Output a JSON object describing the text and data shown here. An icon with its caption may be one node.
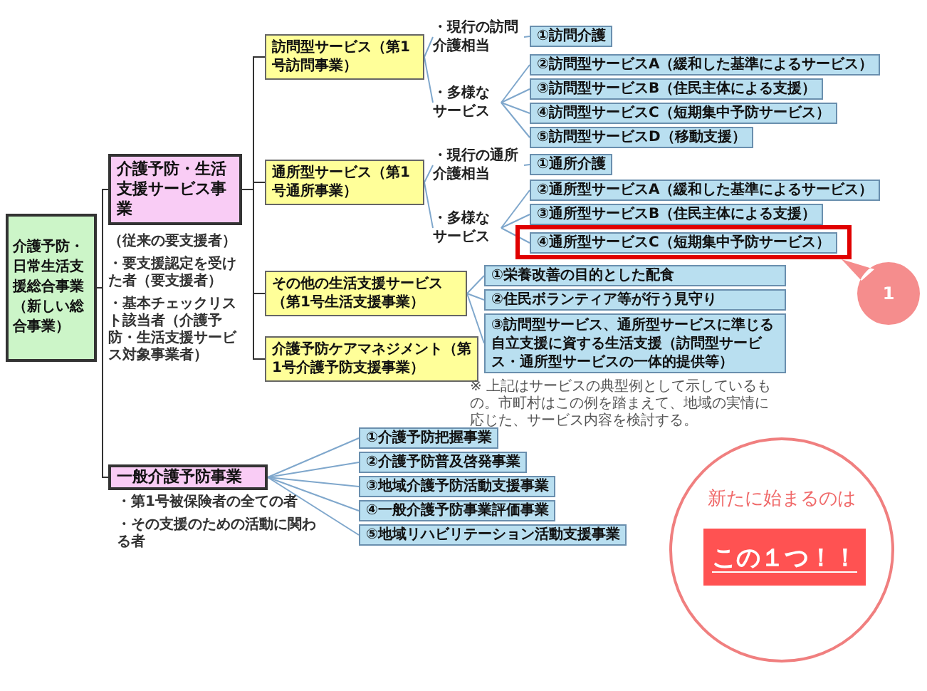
{
  "diagram": {
    "nodes": [
      {
        "text": [
          "介護予防・日常生活支援総合事業（新しい総合事業）"
        ]
      },
      {
        "text": [
          "介護予防・生活支援サービス事業"
        ],
        "beside": [
          "（従来の要支援者）",
          "・要支援認定を受けた者（要支援者）",
          "・基本チェックリスト該当者（介護予防・生活支援サービス対象事業者）"
        ]
      },
      {
        "text": [
          "訪問型サービス（第1号訪問事業）"
        ]
      },
      {
        "text": [
          "・現行の訪問介護相当"
        ]
      },
      {
        "text": [
          "①訪問介護"
        ]
      },
      {
        "text": [
          "・多様なサービス"
        ]
      },
      {
        "text": [
          "②訪問型サービスA（緩和した基準によるサービス）"
        ]
      },
      {
        "text": [
          "③訪問型サービスB（住民主体による支援）"
        ]
      },
      {
        "text": [
          "④訪問型サービスC（短期集中予防サービス）"
        ]
      },
      {
        "text": [
          "⑤訪問型サービスD（移動支援）"
        ]
      },
      {
        "text": [
          "通所型サービス（第1号通所事業）"
        ]
      },
      {
        "text": [
          "・現行の通所介護相当"
        ]
      },
      {
        "text": [
          "①通所介護"
        ]
      },
      {
        "text": [
          "・多様なサービス"
        ]
      },
      {
        "text": [
          "②通所型サービスA（緩和した基準によるサービス）"
        ]
      },
      {
        "text": [
          "③通所型サービスB（住民主体による支援）"
        ]
      },
      {
        "text": [
          "④通所型サービスC（短期集中予防サービス）"
        ]
      },
      {
        "text": [
          "その他の生活支援サービス（第1号生活支援事業）"
        ]
      },
      {
        "text": [
          "①栄養改善の目的とした配食"
        ]
      },
      {
        "text": [
          "②住民ボランティア等が行う見守り"
        ]
      },
      {
        "text": [
          "③訪問型サービス、通所型サービスに準じる自立支援に資する生活支援（訪問型サービス・通所型サービスの一体的提供等）"
        ]
      },
      {
        "text": [
          "介護予防ケアマネジメント（第1号介護予防支援事業）"
        ]
      },
      {
        "text": [
          "一般介護予防事業"
        ],
        "beside": [
          "・第1号被保険者の全ての者",
          "・その支援のための活動に関わる者"
        ]
      },
      {
        "text": [
          "①介護予防把握事業"
        ]
      },
      {
        "text": [
          "②介護予防普及啓発事業"
        ]
      },
      {
        "text": [
          "③地域介護予防活動支援事業"
        ]
      },
      {
        "text": [
          "④一般介護予防事業評価事業"
        ]
      },
      {
        "text": [
          "⑤地域リハビリテーション活動支援事業"
        ]
      },
      {
        "text": [
          "1"
        ]
      },
      {
        "text": [
          "新たに始まるのは"
        ]
      },
      {
        "text": [
          "この１つ！！"
        ],
        "in": 29
      }
    ],
    "edges": [
      {
        "from": 0,
        "to": 1,
        "arrow": "none",
        "color": "#333333"
      },
      {
        "from": 0,
        "to": 22,
        "arrow": "none",
        "color": "#333333"
      },
      {
        "from": 1,
        "to": 2,
        "arrow": "none",
        "color": "#333333"
      },
      {
        "from": 1,
        "to": 10,
        "arrow": "none",
        "color": "#333333"
      },
      {
        "from": 1,
        "to": 17,
        "arrow": "none",
        "color": "#333333"
      },
      {
        "from": 1,
        "to": 21,
        "arrow": "none",
        "color": "#333333"
      },
      {
        "from": 2,
        "to": 3,
        "arrow": "none"
      },
      {
        "from": 2,
        "to": 5,
        "arrow": "none"
      },
      {
        "from": 3,
        "to": 4,
        "arrow": "none"
      },
      {
        "from": 5,
        "to": 6,
        "arrow": "none"
      },
      {
        "from": 5,
        "to": 7,
        "arrow": "none"
      },
      {
        "from": 5,
        "to": 8,
        "arrow": "none"
      },
      {
        "from": 5,
        "to": 9,
        "arrow": "none"
      },
      {
        "from": 10,
        "to": 11,
        "arrow": "none"
      },
      {
        "from": 10,
        "to": 13,
        "arrow": "none"
      },
      {
        "from": 11,
        "to": 12,
        "arrow": "none"
      },
      {
        "from": 13,
        "to": 14,
        "arrow": "none"
      },
      {
        "from": 13,
        "to": 15,
        "arrow": "none"
      },
      {
        "from": 13,
        "to": 16,
        "arrow": "none"
      },
      {
        "from": 17,
        "to": 18,
        "arrow": "none"
      },
      {
        "from": 17,
        "to": 19,
        "arrow": "none"
      },
      {
        "from": 17,
        "to": 20,
        "arrow": "none"
      },
      {
        "from": 22,
        "to": 23,
        "arrow": "none"
      },
      {
        "from": 22,
        "to": 24,
        "arrow": "none"
      },
      {
        "from": 22,
        "to": 25,
        "arrow": "none"
      },
      {
        "from": 22,
        "to": 26,
        "arrow": "none"
      },
      {
        "from": 22,
        "to": 27,
        "arrow": "none"
      }
    ],
    "labels": [
      "※ 上記はサービスの典型例として示しているもの。市町村はこの例を踏まえて、地域の実情に応じた、サービス内容を検討する。"
    ]
  }
}
